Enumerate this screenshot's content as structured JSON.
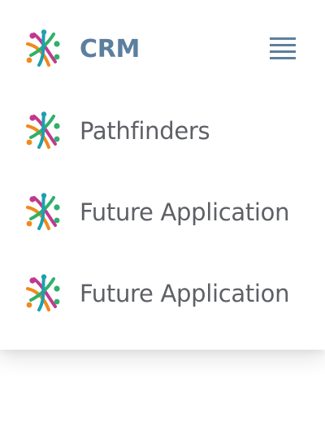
{
  "brand": {
    "title": "CRM",
    "logo_icon": "people-circle-logo-icon",
    "title_color": "#5d7f9e"
  },
  "header": {
    "menu_icon": "hamburger-menu-icon"
  },
  "menu": {
    "items": [
      {
        "label": "Pathfinders",
        "icon": "people-circle-logo-icon"
      },
      {
        "label": "Future Application",
        "icon": "people-circle-logo-icon"
      },
      {
        "label": "Future Application",
        "icon": "people-circle-logo-icon"
      }
    ]
  },
  "colors": {
    "logo_magenta": "#c0398f",
    "logo_orange": "#f08a1c",
    "logo_green": "#2fb06b",
    "logo_teal": "#1f9fb0",
    "text_gray": "#5e6066"
  }
}
